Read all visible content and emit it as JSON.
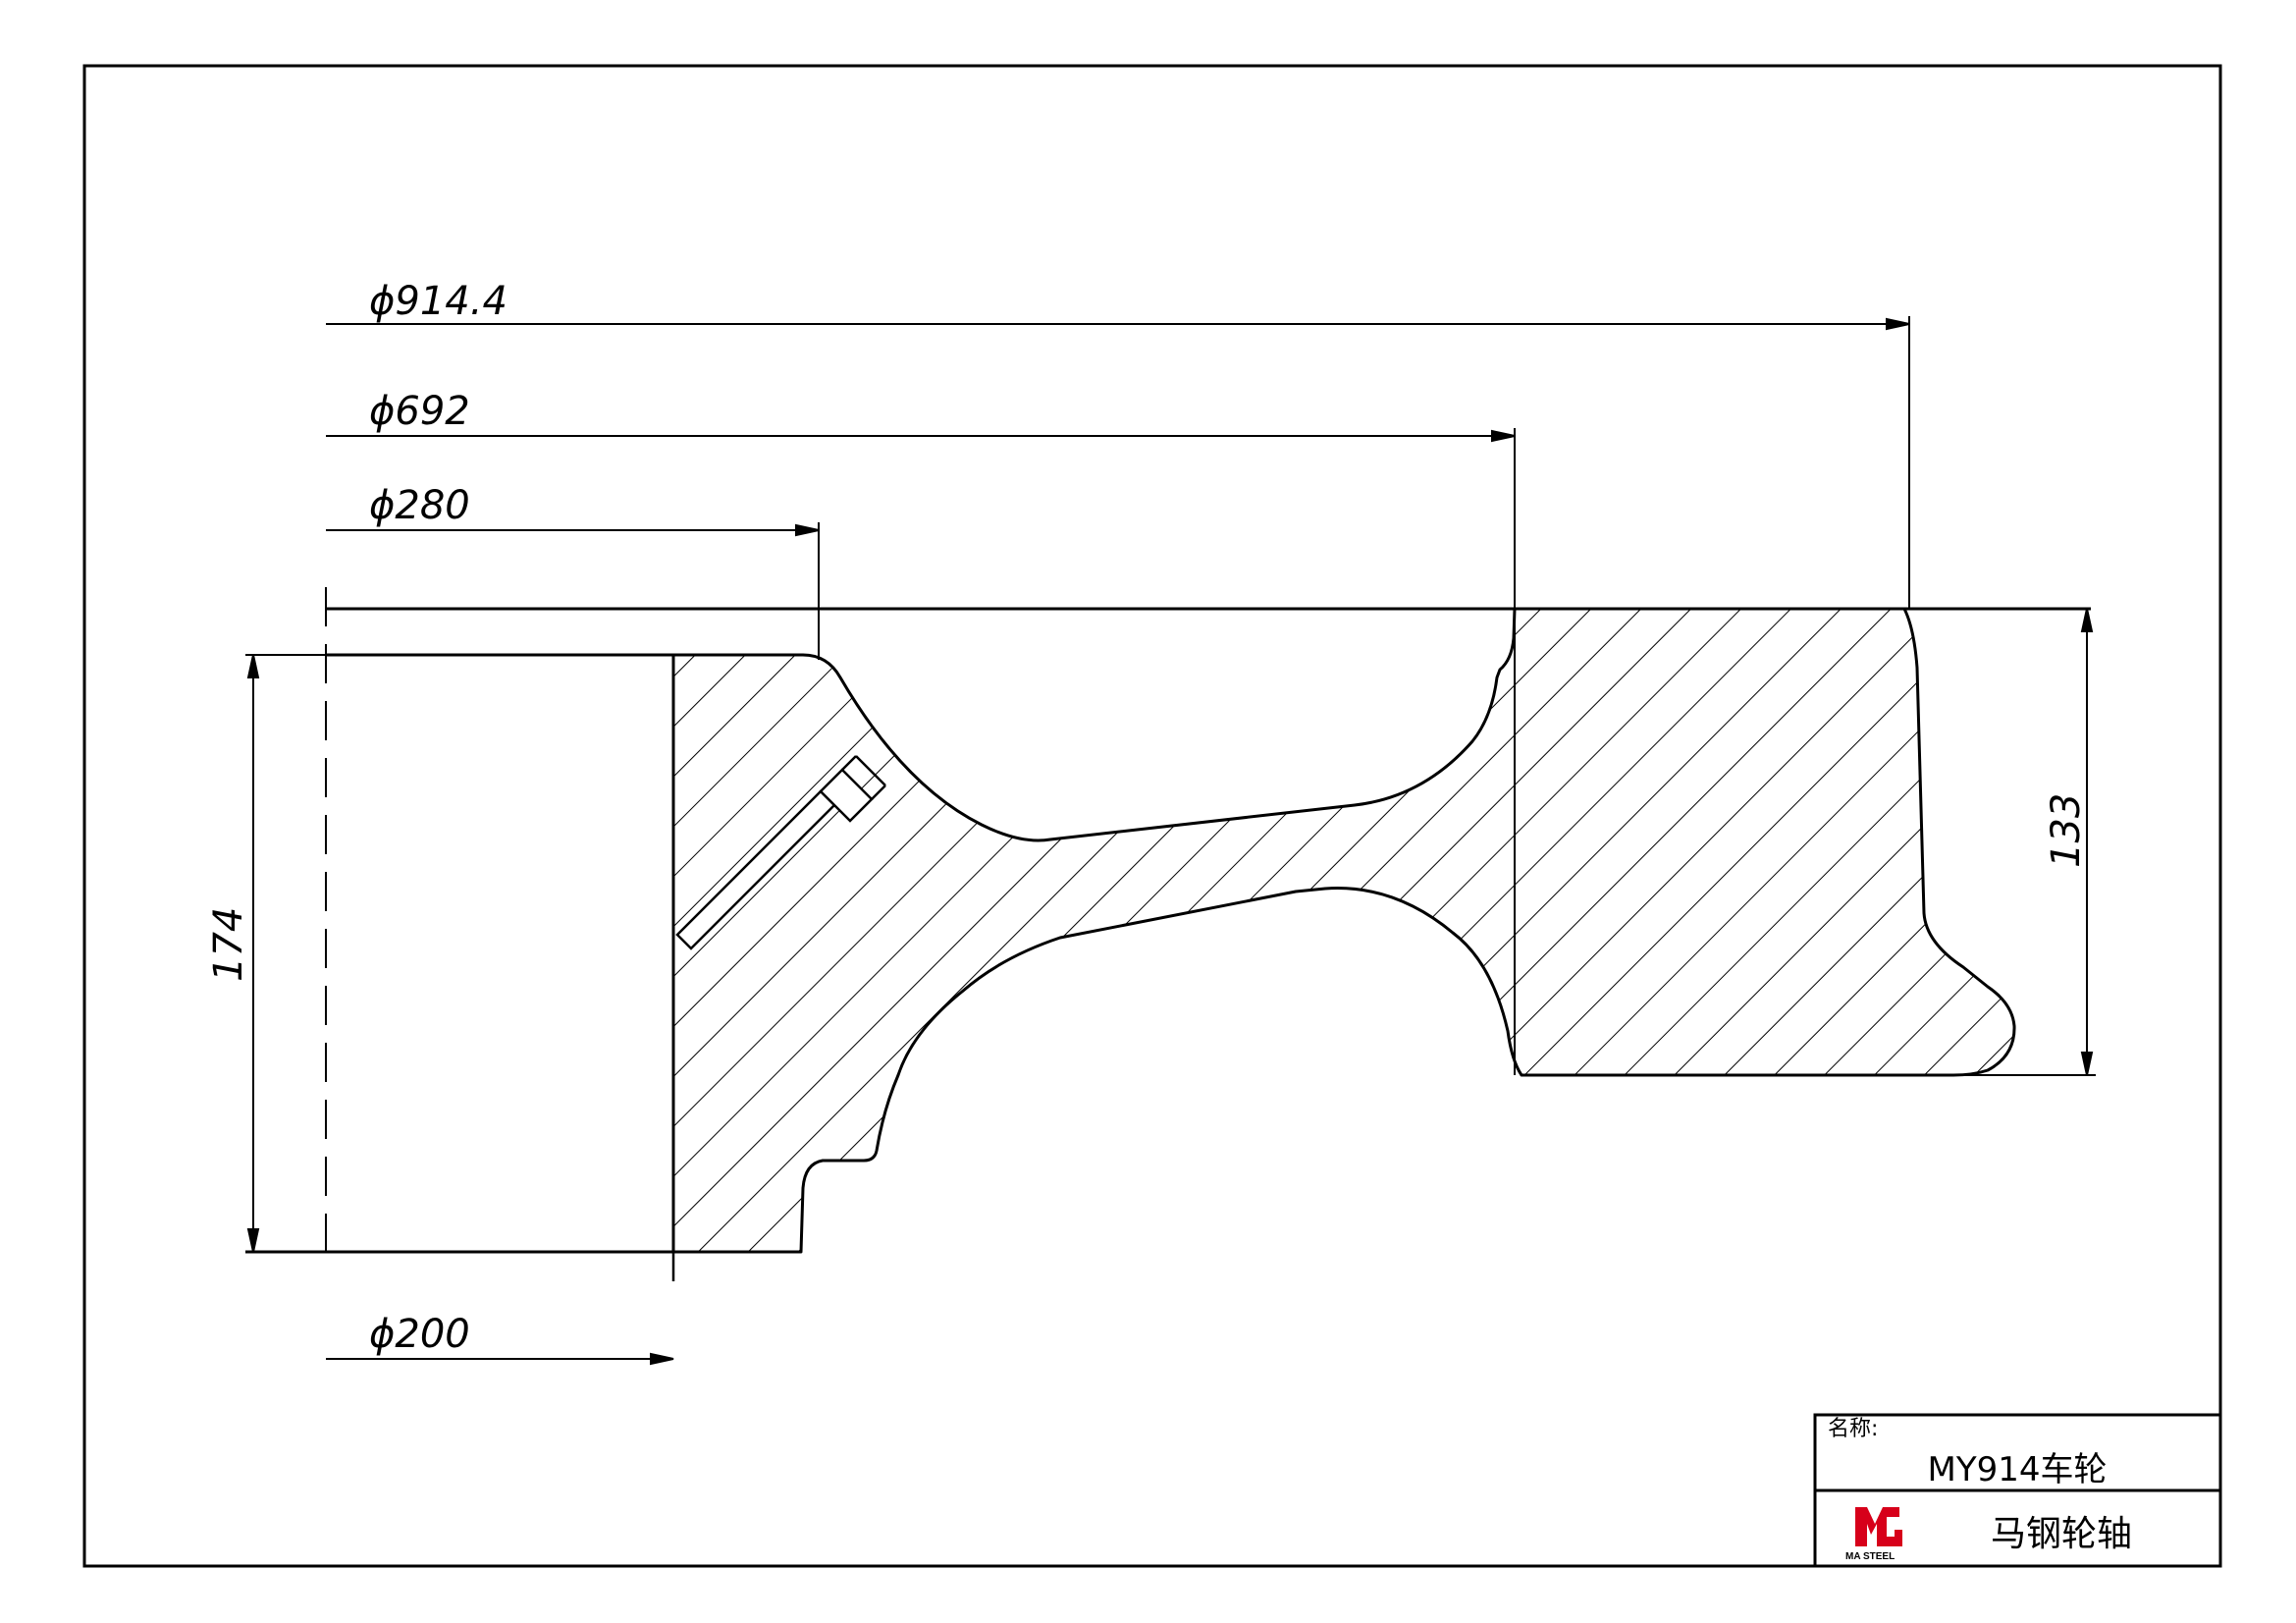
{
  "dimensions": {
    "d_tread": "ϕ914.4",
    "d_rim_inner": "ϕ692",
    "d_hub_outer": "ϕ280",
    "d_bore": "ϕ200",
    "hub_length": "174",
    "rim_width": "133"
  },
  "title_block": {
    "name_label": "名称:",
    "name_value": "MY914车轮",
    "company": "马钢轮轴",
    "logo_text": "MA STEEL"
  },
  "colors": {
    "line": "#000000",
    "logo_red": "#d7001a"
  }
}
